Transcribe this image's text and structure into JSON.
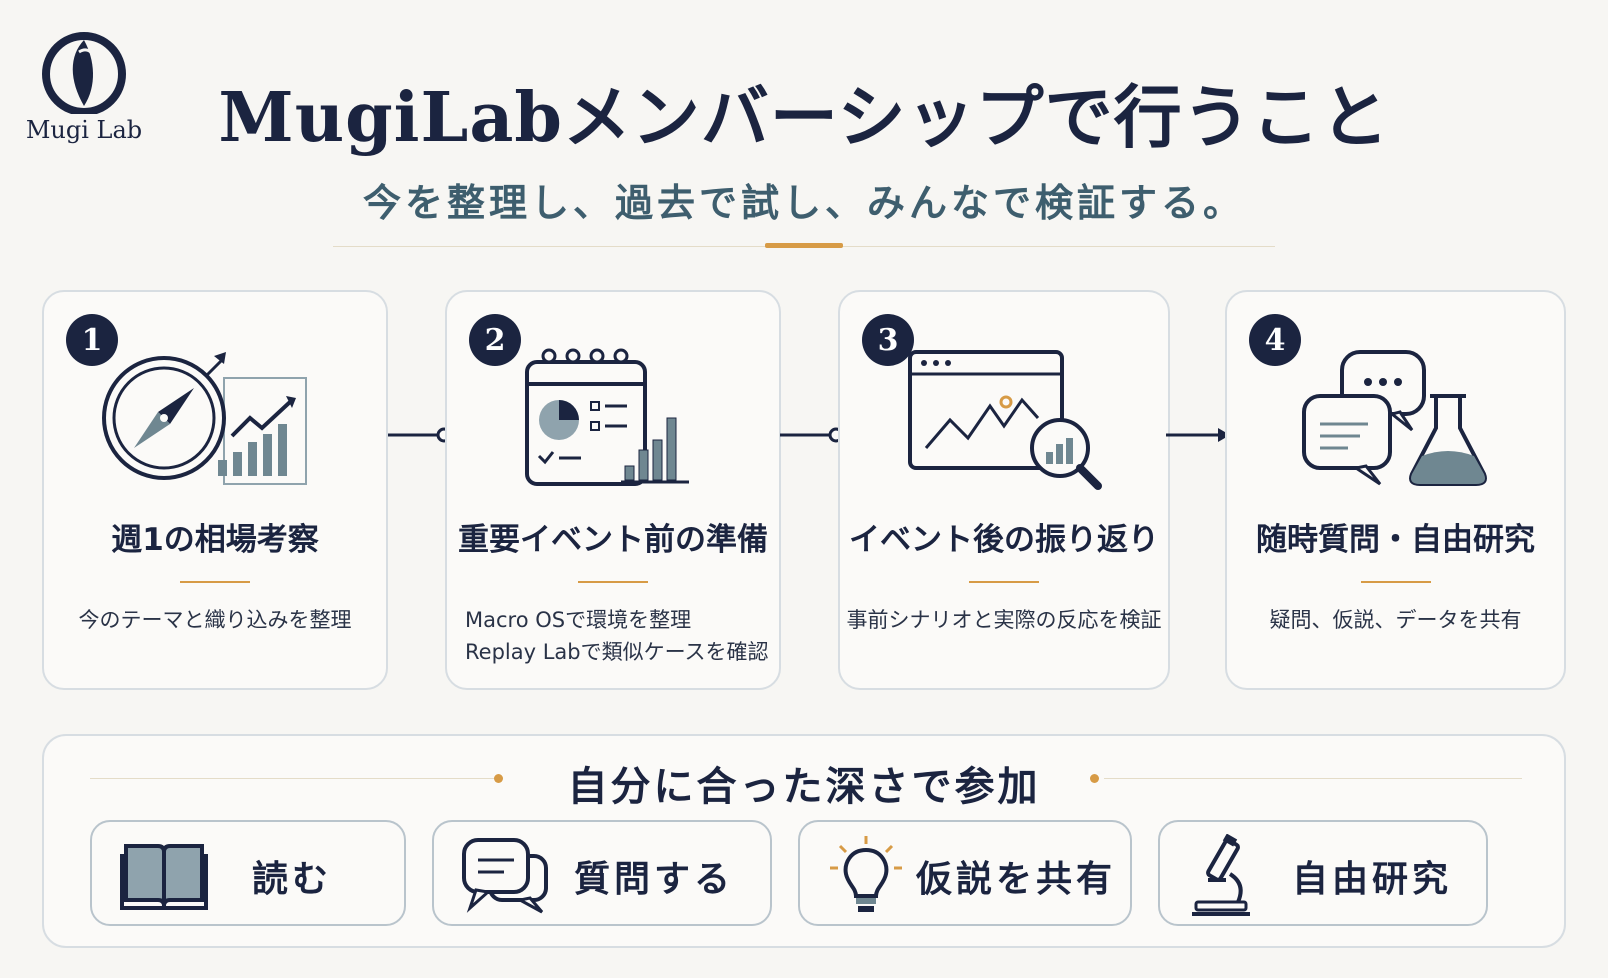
{
  "logo": {
    "text": "Mugi Lab"
  },
  "header": {
    "title": "MugiLabメンバーシップで行うこと",
    "subtitle": "今を整理し、過去で試し、みんなで検証する。"
  },
  "colors": {
    "navy": "#1b2440",
    "teal": "#3e5e6e",
    "accent": "#d79b46",
    "border": "#d7dde2"
  },
  "steps": [
    {
      "number": "1",
      "icon": "compass-chart-icon",
      "title": "週1の相場考察",
      "desc": [
        "今のテーマと織り込みを整理"
      ]
    },
    {
      "number": "2",
      "icon": "calendar-chart-icon",
      "title": "重要イベント前の準備",
      "desc": [
        "Macro OSで環境を整理",
        "Replay Labで類似ケースを確認"
      ]
    },
    {
      "number": "3",
      "icon": "browser-magnifier-icon",
      "title": "イベント後の振り返り",
      "desc": [
        "事前シナリオと実際の反応を検証"
      ]
    },
    {
      "number": "4",
      "icon": "chat-flask-icon",
      "title": "随時質問・自由研究",
      "desc": [
        "疑問、仮説、データを共有"
      ]
    }
  ],
  "participation": {
    "title": "自分に合った深さで参加",
    "options": [
      {
        "icon": "book-icon",
        "label": "読む"
      },
      {
        "icon": "chat-icon",
        "label": "質問する"
      },
      {
        "icon": "lightbulb-icon",
        "label": "仮説を共有"
      },
      {
        "icon": "microscope-icon",
        "label": "自由研究"
      }
    ]
  }
}
